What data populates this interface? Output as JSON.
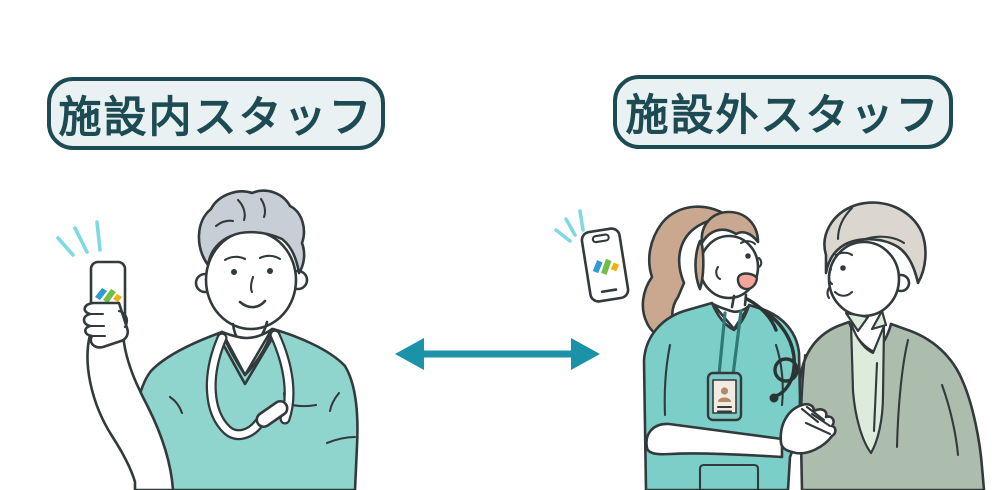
{
  "labels": {
    "staff_inside": "施設内スタッフ",
    "staff_outside": "施設外スタッフ"
  },
  "arrow": {
    "type": "double-headed",
    "orientation": "horizontal"
  },
  "icons": {
    "left_scene": [
      "sparkle-icon",
      "smartphone-icon",
      "app-logo-icon",
      "stethoscope-icon"
    ],
    "right_scene": [
      "sparkle-icon",
      "smartphone-icon",
      "app-logo-icon",
      "id-badge-icon",
      "stethoscope-icon"
    ]
  },
  "colors": {
    "label-ink": "#1d4b53",
    "label-bg": "#eaf1f2",
    "arrow-teal": "#1c92a8",
    "outline": "#333a3c",
    "scrub-teal": "#8fd5cd",
    "scrub-teal-2": "#7ccfc9",
    "sparkle-cyan": "#7fd9e2",
    "hair-gray": "#c8ced5",
    "hair-brown": "#c9a88f",
    "hair-silver": "#dbd7d0",
    "cardigan-sage": "#adbdad",
    "shirt-sage": "#dcebdb",
    "badge-teal": "#7ecac6",
    "badge-card": "#f1ebe2",
    "logo-blue": "#2f9ad3",
    "logo-green": "#6fbf47",
    "logo-yellow": "#f3b00e",
    "mouth-pink": "#f2a69b",
    "skin-tan": "#b18a67"
  }
}
